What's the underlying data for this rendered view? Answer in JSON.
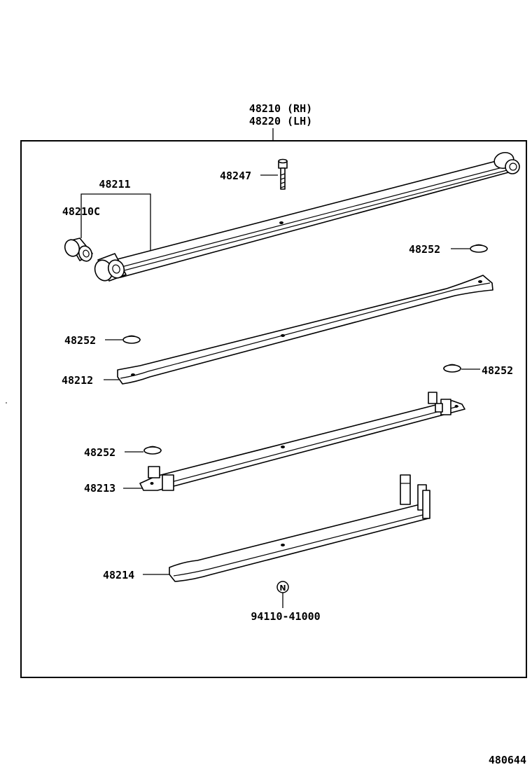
{
  "assembly": {
    "main_label_rh": "48210 (RH)",
    "main_label_lh": "48220 (LH)"
  },
  "parts": {
    "main_leaf": "48211",
    "bushing": "48210C",
    "center_bolt": "48247",
    "leaf_2": "48212",
    "leaf_3": "48213",
    "leaf_4": "48214",
    "silencer": "48252",
    "nut": "94110-41000",
    "nut_symbol": "N"
  },
  "figure_number": "480644"
}
